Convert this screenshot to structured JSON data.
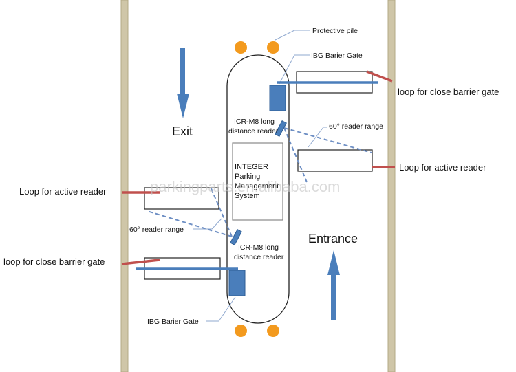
{
  "labels": {
    "protective_pile": "Protective pile",
    "ibg_gate_top": "IBG Barier Gate",
    "ibg_gate_bottom": "IBG Barier Gate",
    "loop_close_right": "loop  for close barrier gate",
    "loop_close_left": "loop  for close barrier gate",
    "loop_active_right": "Loop for active reader",
    "loop_active_left": "Loop for active reader",
    "reader_top_line1": "ICR-M8 long",
    "reader_top_line2": "distance reader",
    "reader_bottom_line1": "ICR-M8 long",
    "reader_bottom_line2": "distance reader",
    "range_top": "60° reader range",
    "range_bottom": "60° reader range",
    "system_line1": "INTEGER",
    "system_line2": "Parking",
    "system_line3": "Management",
    "system_line4": "System",
    "exit": "Exit",
    "entrance": "Entrance",
    "watermark": "parkingparts.en.alibaba.com"
  },
  "colors": {
    "wall": "#cfc6a8",
    "wall_edge": "#b3a986",
    "gate": "#4a7ebb",
    "arrow": "#4a7ebb",
    "pile": "#f39a1e",
    "loop_bar": "#c0504d",
    "range_line": "#6e8fc4",
    "leader": "#8fa8cf",
    "outline": "#222222"
  }
}
